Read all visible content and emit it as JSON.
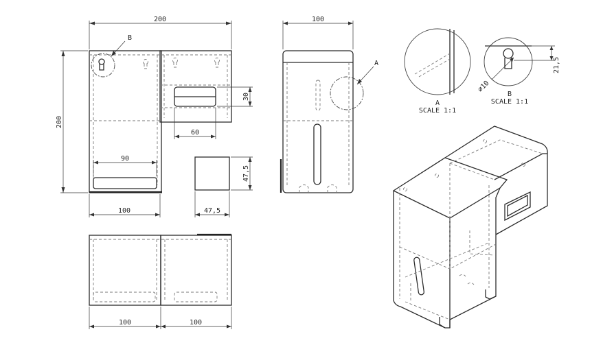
{
  "dimensions": {
    "front_width": "200",
    "front_height": "200",
    "side_width": "100",
    "slot_height": "30",
    "slot_width": "60",
    "tray_width": "90",
    "base_width": "100",
    "cube_height": "47,5",
    "cube_width": "47,5",
    "bottom_left_width": "100",
    "bottom_right_width": "100",
    "detail_b_height": "21,5",
    "detail_b_diameter": "⌀10"
  },
  "labels": {
    "callout_b": "B",
    "callout_a": "A",
    "detail_a_name": "A",
    "detail_a_scale": "SCALE 1:1",
    "detail_b_name": "B",
    "detail_b_scale": "SCALE 1:1"
  }
}
